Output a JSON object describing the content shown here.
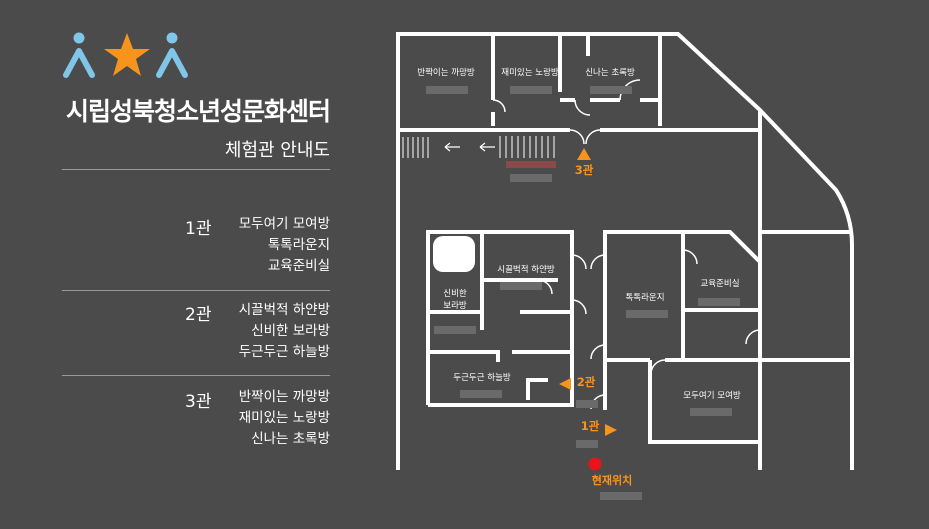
{
  "header": {
    "title": "시립성북청소년성문화센터",
    "subtitle": "체험관 안내도"
  },
  "legend": [
    {
      "num": "1관",
      "items": [
        "모두여기 모여방",
        "톡톡라운지",
        "교육준비실"
      ]
    },
    {
      "num": "2관",
      "items": [
        "시끌벅적 하얀방",
        "신비한 보라방",
        "두근두근 하늘방"
      ]
    },
    {
      "num": "3관",
      "items": [
        "반짝이는 까망방",
        "재미있는 노랑방",
        "신나는 초록방"
      ]
    }
  ],
  "map": {
    "rooms": {
      "kkamang": "반짝이는 까망방",
      "norang": "재미있는 노랑방",
      "chorok": "신나는 초록방",
      "hayan": "시끌벅적 하얀방",
      "bora_line1": "신비한",
      "bora_line2": "보라방",
      "haneul": "두근두근 하늘방",
      "lounge": "톡톡라운지",
      "prep": "교육준비실",
      "moyeo": "모두여기 모여방"
    },
    "markers": {
      "hall3": "3관",
      "hall2": "2관",
      "hall1": "1관",
      "here": "현재위치"
    }
  },
  "colors": {
    "background": "#4b4b4b",
    "walls": "#ffffff",
    "accent": "#f7941d",
    "logo_blue": "#7fc6e8",
    "here_dot": "#e8141b",
    "label_bar": "#6a6a6a"
  }
}
